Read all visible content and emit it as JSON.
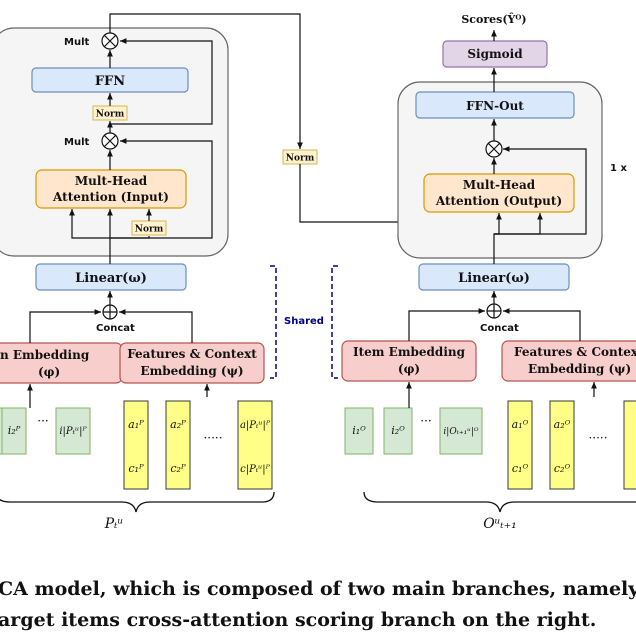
{
  "labels": {
    "scores": "Scores(Ŷᴼ)",
    "sigmoid": "Sigmoid",
    "ffn_out": "FFN-Out",
    "ffn": "FFN",
    "norm": "Norm",
    "mult": "Mult",
    "mha_input_1": "Mult-Head",
    "mha_input_2": "Attention (Input)",
    "mha_output_1": "Mult-Head",
    "mha_output_2": "Attention (Output)",
    "linear": "Linear(ω)",
    "concat": "Concat",
    "shared": "Shared",
    "repeat": "1 x",
    "item_emb_left_1": "n Embedding",
    "item_emb_left_2": "(φ)",
    "item_emb_right_1": "Item Embedding",
    "item_emb_right_2": "(φ)",
    "feat_emb_1": "Features & Context",
    "feat_emb_2": "Embedding (ψ)",
    "feat_emb_right_1": "Features & Context",
    "feat_emb_right_2": "Embedding (ψ)",
    "left_brace": "Pₜᵘ",
    "right_brace": "Oᵘₜ₊₁",
    "ellipsis_short": "···",
    "ellipsis_long": "·····"
  },
  "left_items": [
    "i₂ᴾ",
    "i|Pₜᵘ|ᴾ"
  ],
  "left_features": [
    {
      "a": "a₁ᴾ",
      "c": "c₁ᴾ"
    },
    {
      "a": "a₂ᴾ",
      "c": "c₂ᴾ"
    },
    {
      "a": "a|Pₜᵘ|ᴾ",
      "c": "c|Pₜᵘ|ᴾ"
    }
  ],
  "right_items": [
    "i₁ᴼ",
    "i₂ᴼ",
    "i|Oₜ₊₁ᵘ|ᴼ"
  ],
  "right_features": [
    {
      "a": "a₁ᴼ",
      "c": "c₁ᴼ"
    },
    {
      "a": "a₂ᴼ",
      "c": "c₂ᴼ"
    }
  ],
  "caption": [
    "CA model, which is composed of two main branches, namely",
    "arget items cross-attention scoring branch on the right."
  ],
  "colors": {
    "blue_fill": "#dae8fc",
    "blue_stroke": "#6c8ebf",
    "orange_fill": "#ffe6cc",
    "orange_stroke": "#d79b00",
    "purple_fill": "#e1d5e7",
    "purple_stroke": "#9673a6",
    "red_fill": "#f8cecc",
    "red_stroke": "#b85450",
    "green_fill": "#d5e8d4",
    "green_stroke": "#82b366",
    "yellow_fill": "#ffff88",
    "yellow_stroke": "#36393d",
    "norm_fill": "#fff2cc",
    "norm_stroke": "#d6b656",
    "panel_fill": "#f5f5f5",
    "shared_color": "#00008b"
  }
}
